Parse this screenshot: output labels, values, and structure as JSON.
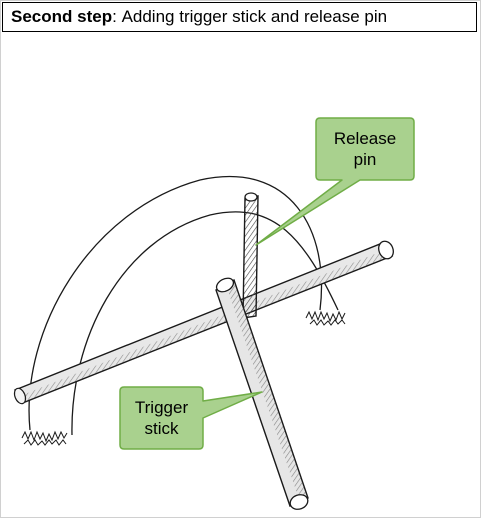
{
  "header": {
    "step_label": "Second step",
    "separator": ":",
    "step_description": "Adding trigger stick and release pin"
  },
  "callouts": {
    "release_pin": {
      "line1": "Release",
      "line2": "pin"
    },
    "trigger_stick": {
      "line1": "Trigger",
      "line2": "stick"
    }
  },
  "colors": {
    "callout_fill": "#a9d18e",
    "callout_border": "#70ad47",
    "ink": "#1a1a1a",
    "shading": "#555555"
  }
}
